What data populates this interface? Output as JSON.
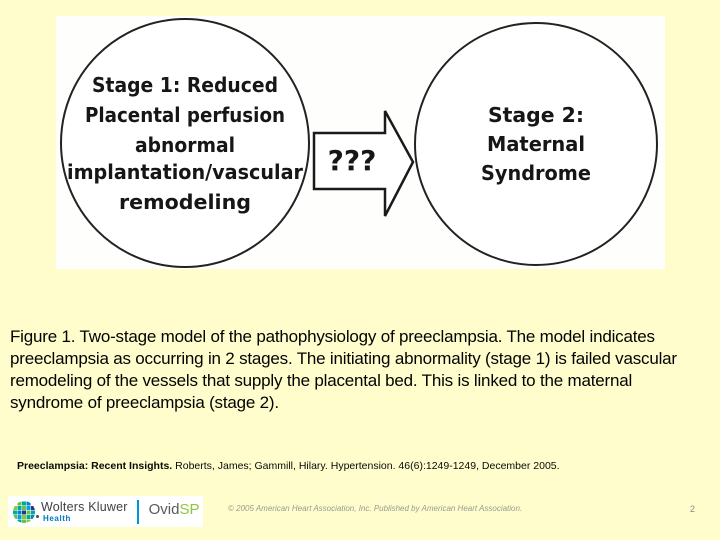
{
  "slide": {
    "background_color": "#FEFDCB",
    "panel_color": "#FFFFFF"
  },
  "diagram": {
    "stage1_lines": [
      "Stage 1: Reduced",
      "Placental perfusion",
      "abnormal",
      "implantation/vascular",
      "remodeling"
    ],
    "arrow_label": "???",
    "stage2_lines": [
      "Stage 2:",
      "Maternal",
      "Syndrome"
    ]
  },
  "caption": {
    "text": "Figure 1.  Two-stage model of the pathophysiology of preeclampsia. The model indicates preeclampsia as occurring in 2 stages. The initiating abnormality (stage 1) is failed vascular remodeling of the vessels that supply the placental bed. This is linked to the maternal syndrome of preeclampsia (stage 2)."
  },
  "citation": {
    "title": "Preeclampsia: Recent Insights.",
    "rest": " Roberts, James; Gammill, Hilary. Hypertension. 46(6):1249-1249, December 2005."
  },
  "footer": {
    "wolters_kluwer_label": "Wolters Kluwer",
    "health_label": "Health",
    "ovid_label": "Ovid",
    "sp_label": "SP",
    "copyright": "© 2005 American Heart Association, Inc.  Published by American Heart Association.",
    "page_number": "2"
  },
  "icons": {
    "wolters_kluwer_icon": "mosaic-globe-circle"
  },
  "colors": {
    "health_blue": "#0077C0",
    "divider_blue": "#0095DA",
    "ovid_gray": "#58595B",
    "sp_green": "#8DC63F",
    "copyright_gray": "#9B9B94"
  }
}
